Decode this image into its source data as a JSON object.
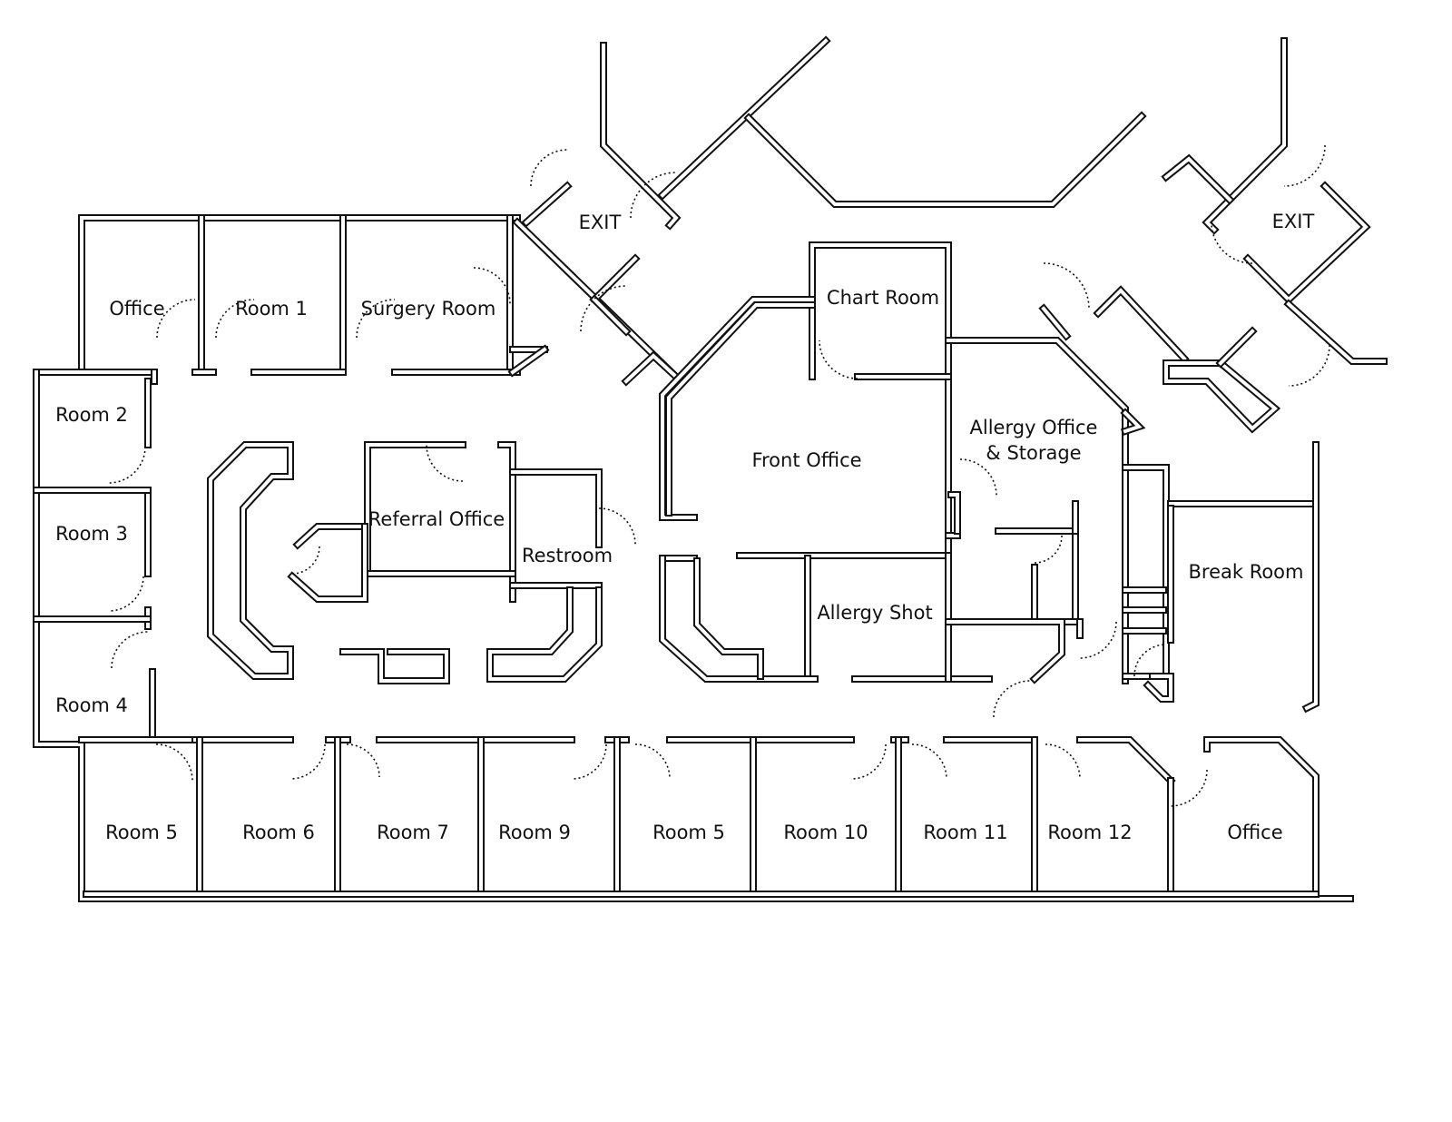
{
  "title": "Clinic Floor Plan",
  "rooms": {
    "office_top": "Office",
    "room1": "Room 1",
    "surgery": "Surgery Room",
    "exit_left": "EXIT",
    "exit_right": "EXIT",
    "chart_room": "Chart Room",
    "room2": "Room 2",
    "room3": "Room 3",
    "room4": "Room 4",
    "referral": "Referral Office",
    "restroom": "Restroom",
    "front_office": "Front Office",
    "allergy_office_1": "Allergy Office",
    "allergy_office_2": "& Storage",
    "allergy_shot": "Allergy Shot",
    "break_room": "Break Room",
    "bottom": [
      "Room 5",
      "Room 6",
      "Room 7",
      "Room 9",
      "Room 5",
      "Room 10",
      "Room 11",
      "Room 12",
      "Office"
    ]
  },
  "colors": {
    "wall": "#111111",
    "background": "#ffffff"
  }
}
